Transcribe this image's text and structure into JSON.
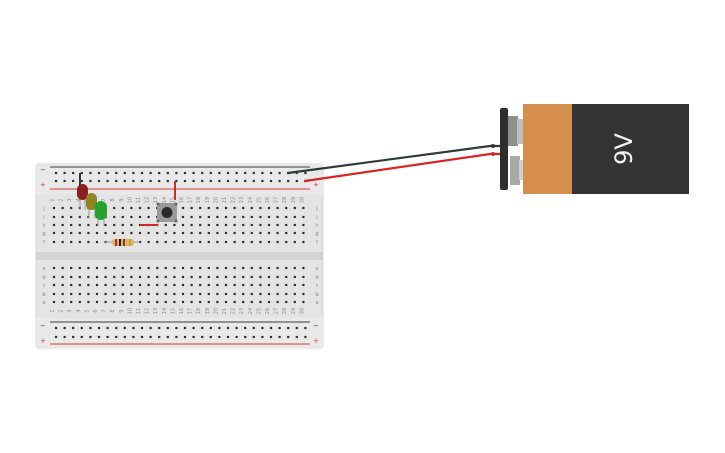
{
  "battery": {
    "label": "9V",
    "colors": {
      "body": "#333333",
      "band": "#d48f4f",
      "cap": "#2e2e2e",
      "terminal": "#a9a9a9"
    }
  },
  "breadboard": {
    "columns": 30,
    "row_letters_top": [
      "j",
      "i",
      "h",
      "g",
      "f"
    ],
    "row_letters_bottom": [
      "e",
      "d",
      "c",
      "b",
      "a"
    ],
    "rail_minus": "−",
    "rail_plus": "+",
    "colors": {
      "board": "#e4e4e4",
      "hole": "#2d2d2d",
      "rail_red": "#d43c3c",
      "rail_dark": "#3a3a3a"
    }
  },
  "components": {
    "leds": [
      {
        "name": "red-led",
        "color": "#8b1e1e"
      },
      {
        "name": "yellow-led",
        "color": "#8f8421"
      },
      {
        "name": "green-led",
        "color": "#2aa12c"
      }
    ],
    "resistor": {
      "body": "#d9b479",
      "bands": [
        "#b8321b",
        "#222222",
        "#8b3a1a",
        "#c9a227"
      ]
    },
    "pushbutton": {
      "body": "#9a9a9a",
      "cap": "#2a2a2a"
    },
    "wires": {
      "black": "#2f3a36",
      "red": "#d42727"
    }
  }
}
